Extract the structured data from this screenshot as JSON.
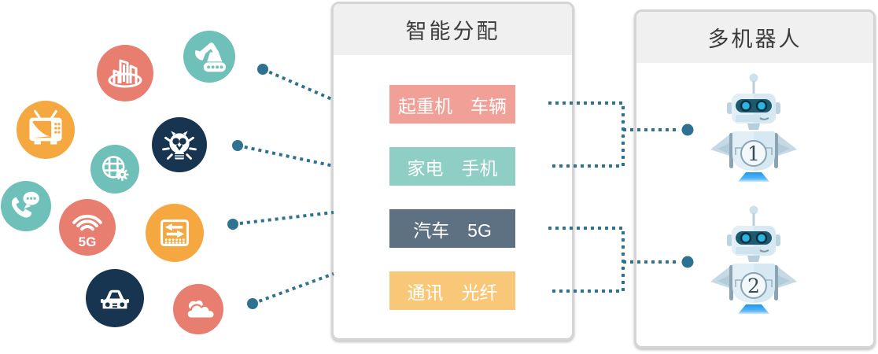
{
  "diagram": {
    "background": "#ffffff",
    "connector_color": "#2F7191"
  },
  "left_icons": {
    "five_g_label": "5G",
    "items": [
      {
        "name": "building-icon",
        "color": "#E87E70"
      },
      {
        "name": "excavator-icon",
        "color": "#6FC0B8"
      },
      {
        "name": "tv-icon",
        "color": "#F4A83F"
      },
      {
        "name": "lightbulb-icon",
        "color": "#173450"
      },
      {
        "name": "globe-gear-icon",
        "color": "#6FC0B8"
      },
      {
        "name": "phone-chat-icon",
        "color": "#6FC0B8"
      },
      {
        "name": "wifi-5g-icon",
        "color": "#E87E70"
      },
      {
        "name": "network-switch-icon",
        "color": "#F4A83F"
      },
      {
        "name": "car-icon",
        "color": "#173450"
      },
      {
        "name": "cloud-icon",
        "color": "#E87E70"
      }
    ]
  },
  "allocation_panel": {
    "title": "智能分配",
    "labels": [
      {
        "text": "起重机　车辆",
        "color": "#F1A098"
      },
      {
        "text": "家电　手机",
        "color": "#8FCEC5"
      },
      {
        "text": "汽车　5G",
        "color": "#5D7183"
      },
      {
        "text": "通讯　光纤",
        "color": "#F8C878"
      }
    ]
  },
  "robots_panel": {
    "title": "多机器人",
    "robots": [
      {
        "number": "1"
      },
      {
        "number": "2"
      }
    ]
  }
}
